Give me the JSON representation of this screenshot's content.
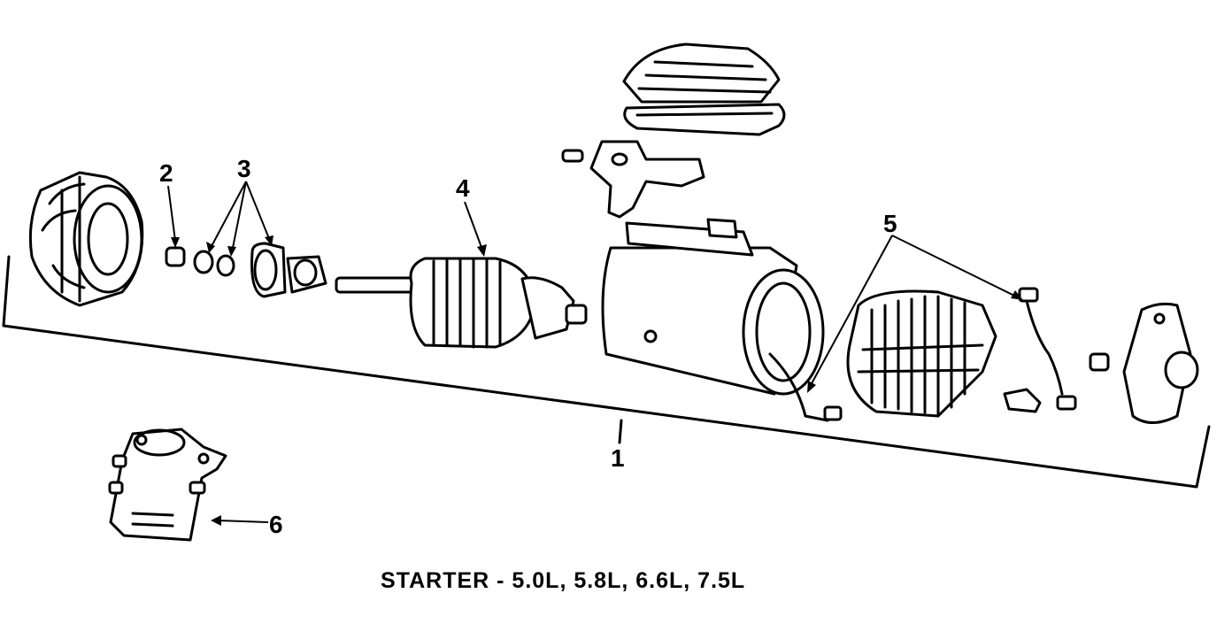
{
  "callouts": {
    "c1": "1",
    "c2": "2",
    "c3": "3",
    "c4": "4",
    "c5": "5",
    "c6": "6"
  },
  "caption": "STARTER - 5.0L, 5.8L, 6.6L, 7.5L"
}
